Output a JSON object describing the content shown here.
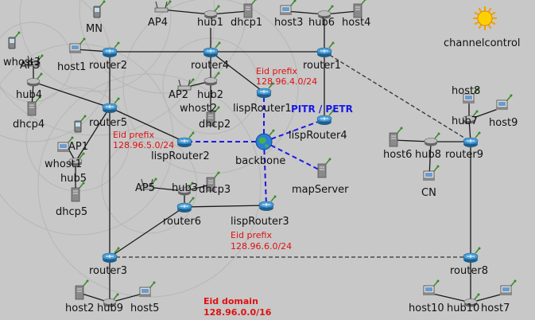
{
  "nodes": {
    "mn": "MN",
    "ap4": "AP4",
    "hub1": "hub1",
    "dhcp1": "dhcp1",
    "host3": "host3",
    "hub6": "hub6",
    "host4": "host4",
    "channelcontrol": "channelcontrol",
    "whost3": "whost3",
    "ap3": "AP3",
    "host1": "host1",
    "router2": "router2",
    "router4": "router4",
    "router1": "router1",
    "hub4": "hub4",
    "dhcp4": "dhcp4",
    "ap2": "AP2",
    "hub2": "hub2",
    "whost2": "whost2",
    "lisprouter1": "lispRouter1",
    "dhcp2": "dhcp2",
    "router5": "router5",
    "ap1": "AP1",
    "whost1": "whost1",
    "hub5": "hub5",
    "dhcp5": "dhcp5",
    "lisprouter2": "lispRouter2",
    "lisprouter4": "lispRouter4",
    "backbone": "backbone",
    "ap5": "AP5",
    "hub3": "hub3",
    "dhcp3": "dhcp3",
    "mapserver": "mapServer",
    "router6": "router6",
    "lisprouter3": "lispRouter3",
    "host8": "host8",
    "hub7": "hub7",
    "host9": "host9",
    "host6": "host6",
    "hub8": "hub8",
    "router9": "router9",
    "cn": "CN",
    "router3": "router3",
    "router8": "router8",
    "host2": "host2",
    "hub9": "hub9",
    "host5": "host5",
    "host10": "host10",
    "hub10": "hub10",
    "host7": "host7"
  },
  "annotations": {
    "eid_prefix_label": "Eid prefix",
    "prefix_lisp1": "128.96.4.0/24",
    "prefix_lisp2": "128.96.5.0/24",
    "prefix_lisp3": "128.96.6.0/24",
    "pitr_petr": "PITR / PETR",
    "eid_domain_label": "Eid domain",
    "eid_domain_value": "128.96.0.0/16"
  },
  "colors": {
    "background": "#c8c8c8",
    "link": "#1a1a1a",
    "lisp_link": "#1a1ae6",
    "annotation": "#e01010",
    "router": "#2e7fb8"
  }
}
